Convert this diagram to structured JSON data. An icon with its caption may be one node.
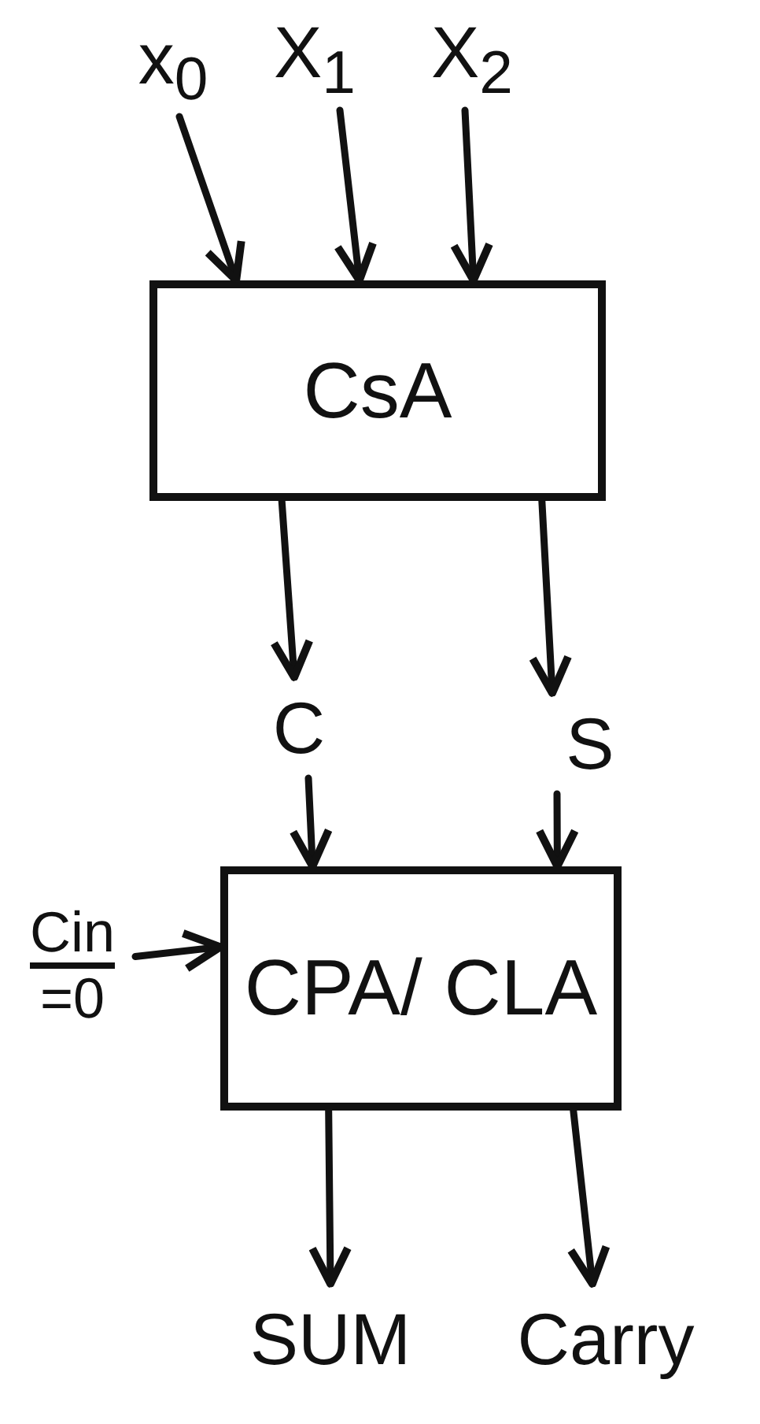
{
  "diagram": {
    "nodes": [
      {
        "text": [
          "x$_{0}$"
        ]
      },
      {
        "text": [
          "X$_{1}$"
        ]
      },
      {
        "text": [
          "X$_{2}$"
        ]
      },
      {
        "text": [
          "CsA"
        ]
      },
      {
        "text": [
          "C"
        ]
      },
      {
        "text": [
          "S"
        ]
      },
      {
        "text": [
          "Cin",
          "=0"
        ]
      },
      {
        "text": [
          "CPA/ CLA"
        ]
      },
      {
        "text": [
          "SUM"
        ]
      },
      {
        "text": [
          "Carry"
        ]
      }
    ],
    "edges": [
      {
        "from": 0,
        "to": 3,
        "arrow": "to"
      },
      {
        "from": 1,
        "to": 3,
        "arrow": "to"
      },
      {
        "from": 2,
        "to": 3,
        "arrow": "to"
      },
      {
        "from": 3,
        "to": 4,
        "arrow": "to"
      },
      {
        "from": 3,
        "to": 5,
        "arrow": "to"
      },
      {
        "from": 4,
        "to": 7,
        "arrow": "to"
      },
      {
        "from": 5,
        "to": 7,
        "arrow": "to"
      },
      {
        "from": 6,
        "to": 7,
        "arrow": "to"
      },
      {
        "from": 7,
        "to": 8,
        "arrow": "to"
      },
      {
        "from": 7,
        "to": 9,
        "arrow": "to"
      }
    ]
  }
}
